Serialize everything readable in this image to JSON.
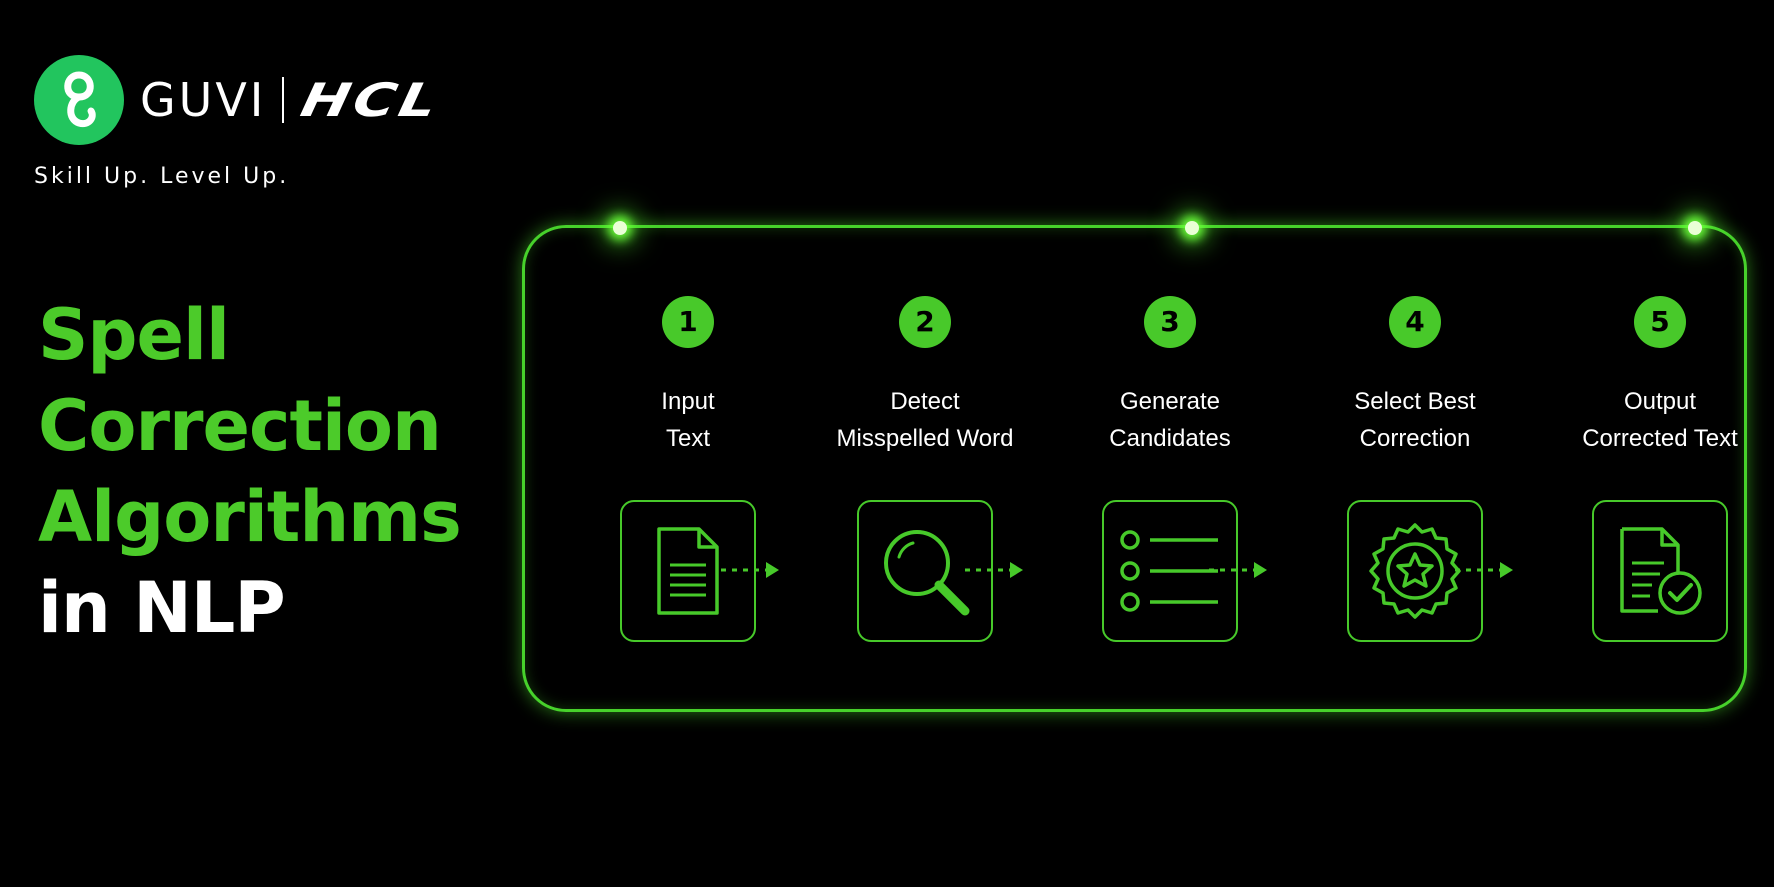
{
  "brand": {
    "name": "GUVI",
    "partner": "HCL",
    "tagline": "Skill Up. Level Up.",
    "logo_icon": "guvi-g-logo-icon"
  },
  "title": {
    "line1": "Spell",
    "line2": "Correction",
    "line3": "Algorithms",
    "line4": "in NLP"
  },
  "colors": {
    "background": "#000000",
    "accent_green": "#4ccb2a",
    "logo_green": "#22c55e",
    "text": "#ffffff"
  },
  "steps": [
    {
      "number": "1",
      "label_line1": "Input",
      "label_line2": "Text",
      "icon": "document-icon"
    },
    {
      "number": "2",
      "label_line1": "Detect",
      "label_line2": "Misspelled Word",
      "icon": "magnifier-icon"
    },
    {
      "number": "3",
      "label_line1": "Generate",
      "label_line2": "Candidates",
      "icon": "list-icon"
    },
    {
      "number": "4",
      "label_line1": "Select Best",
      "label_line2": "Correction",
      "icon": "badge-star-icon"
    },
    {
      "number": "5",
      "label_line1": "Output",
      "label_line2": "Corrected Text",
      "icon": "document-check-icon"
    }
  ]
}
